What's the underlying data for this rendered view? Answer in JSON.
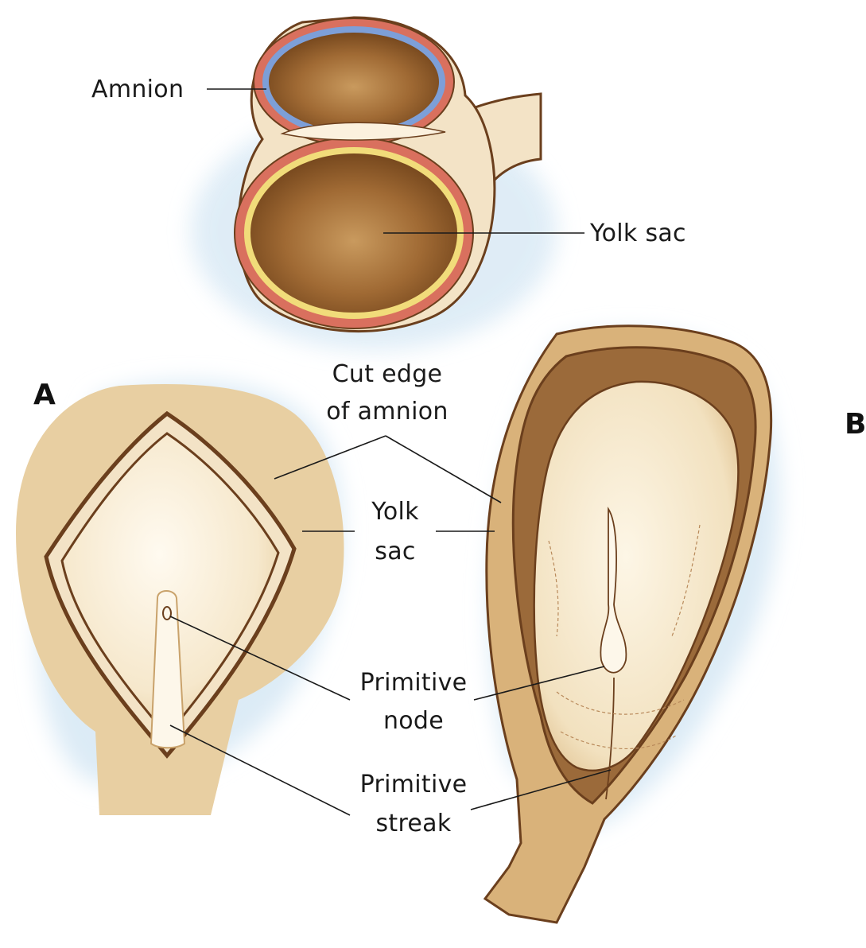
{
  "labels": {
    "amnion": "Amnion",
    "yolk_sac_top": "Yolk sac",
    "cut_edge": [
      "Cut edge",
      "of amnion"
    ],
    "yolk_sac_mid": [
      "Yolk",
      "sac"
    ],
    "primitive_node": [
      "Primitive",
      "node"
    ],
    "primitive_streak": [
      "Primitive",
      "streak"
    ]
  },
  "panels": {
    "a": "A",
    "b": "B"
  },
  "colors": {
    "cavity_brown": "#8a5526",
    "tissue_cream": "#f3e3c6",
    "amnion_red": "#d9705e",
    "amnion_blue": "#7d9fd8",
    "yolk_yellow": "#f1dc7a",
    "halo_blue": "#dcebf6",
    "outline_brown": "#6b3f1d"
  }
}
